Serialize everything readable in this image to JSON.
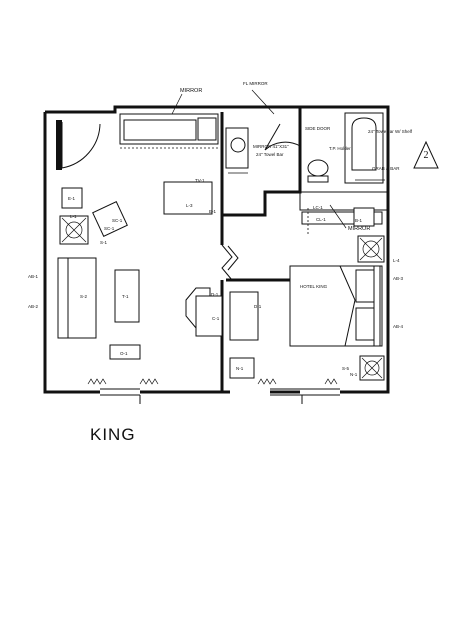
{
  "caption": "KING",
  "page_number": "2",
  "labels": {
    "mirror_top": "MIRROR",
    "top_small": "FL MIRROR",
    "side_door": "SIDE DOOR",
    "towel_bar_note": "24\" Towelbar W/ Shelf",
    "vanity_note": "MIRROR 41\"X31\"",
    "towel_bar_sink": "24\" Towel Bar",
    "tp_holder": "T.P. Holder",
    "grab_bar": "GRAB & BAR",
    "mirror_right": "MIRROR",
    "hotel_king": "HOTEL KING",
    "tv": "TV-1",
    "wardrobe": "S-1",
    "sofa": "S-2",
    "lounge_chair": "SC-1",
    "coffee_table": "T-1",
    "ottoman": "O-1",
    "desk": "D-1",
    "desk_chair": "C-1",
    "dresser": "D-1",
    "nightstand_left": "N-1",
    "nightstand_right": "N-1",
    "lamp_left": "L-1",
    "lamp_right": "L-4",
    "end_table": "E-1",
    "end_lamp": "L-1",
    "entry_table": "E-1",
    "ac_left": "AB-1",
    "ac_left2": "AB-2",
    "ac_right": "AB-3",
    "ac_right2": "AB-4",
    "wall_item": "SC-1",
    "bench": "B-1",
    "sink_lamp": "LC-1",
    "bath_item": "S-5",
    "closet": "CL-1",
    "corner_lamp": "L-3"
  }
}
